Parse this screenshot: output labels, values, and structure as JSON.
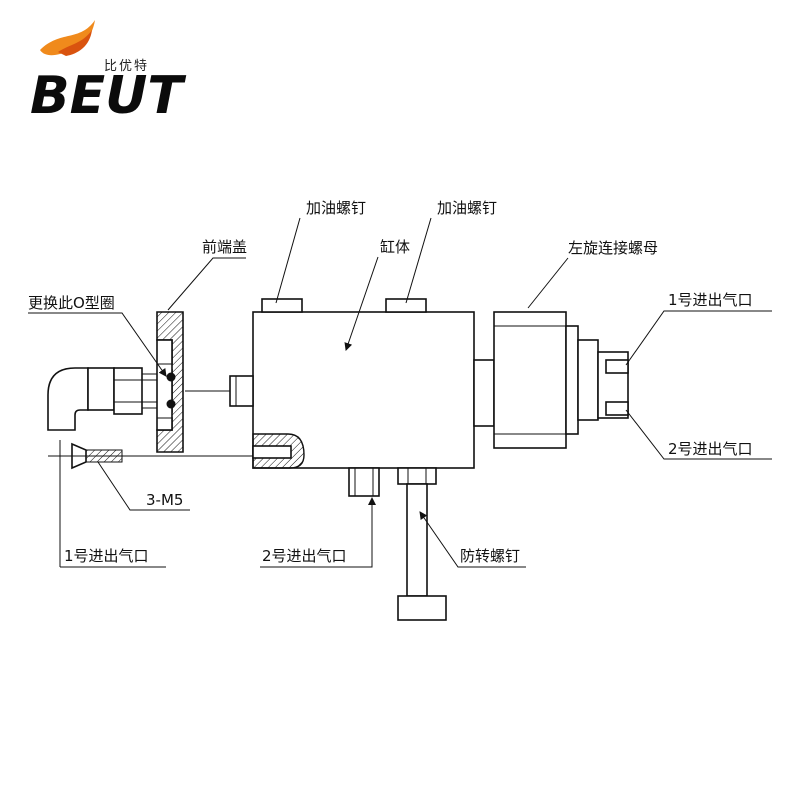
{
  "logo": {
    "letters": "BEUT",
    "chinese": "比优特",
    "brand_colors": {
      "flame": "#f08a1c",
      "flame_dark": "#d9530f",
      "ink": "#0b0b0b"
    }
  },
  "labels": {
    "oil_screw_1": "加油螺钉",
    "oil_screw_2": "加油螺钉",
    "cylinder_body": "缸体",
    "front_cap": "前端盖",
    "left_nut": "左旋连接螺母",
    "replace_oring": "更换此O型圈",
    "port1_right": "1号进出气口",
    "port2_right": "2号进出气口",
    "screws": "3-M5",
    "port1_bottom": "1号进出气口",
    "port2_bottom": "2号进出气口",
    "anti_rotation_screw": "防转螺钉"
  },
  "hatch_color": "#111111"
}
